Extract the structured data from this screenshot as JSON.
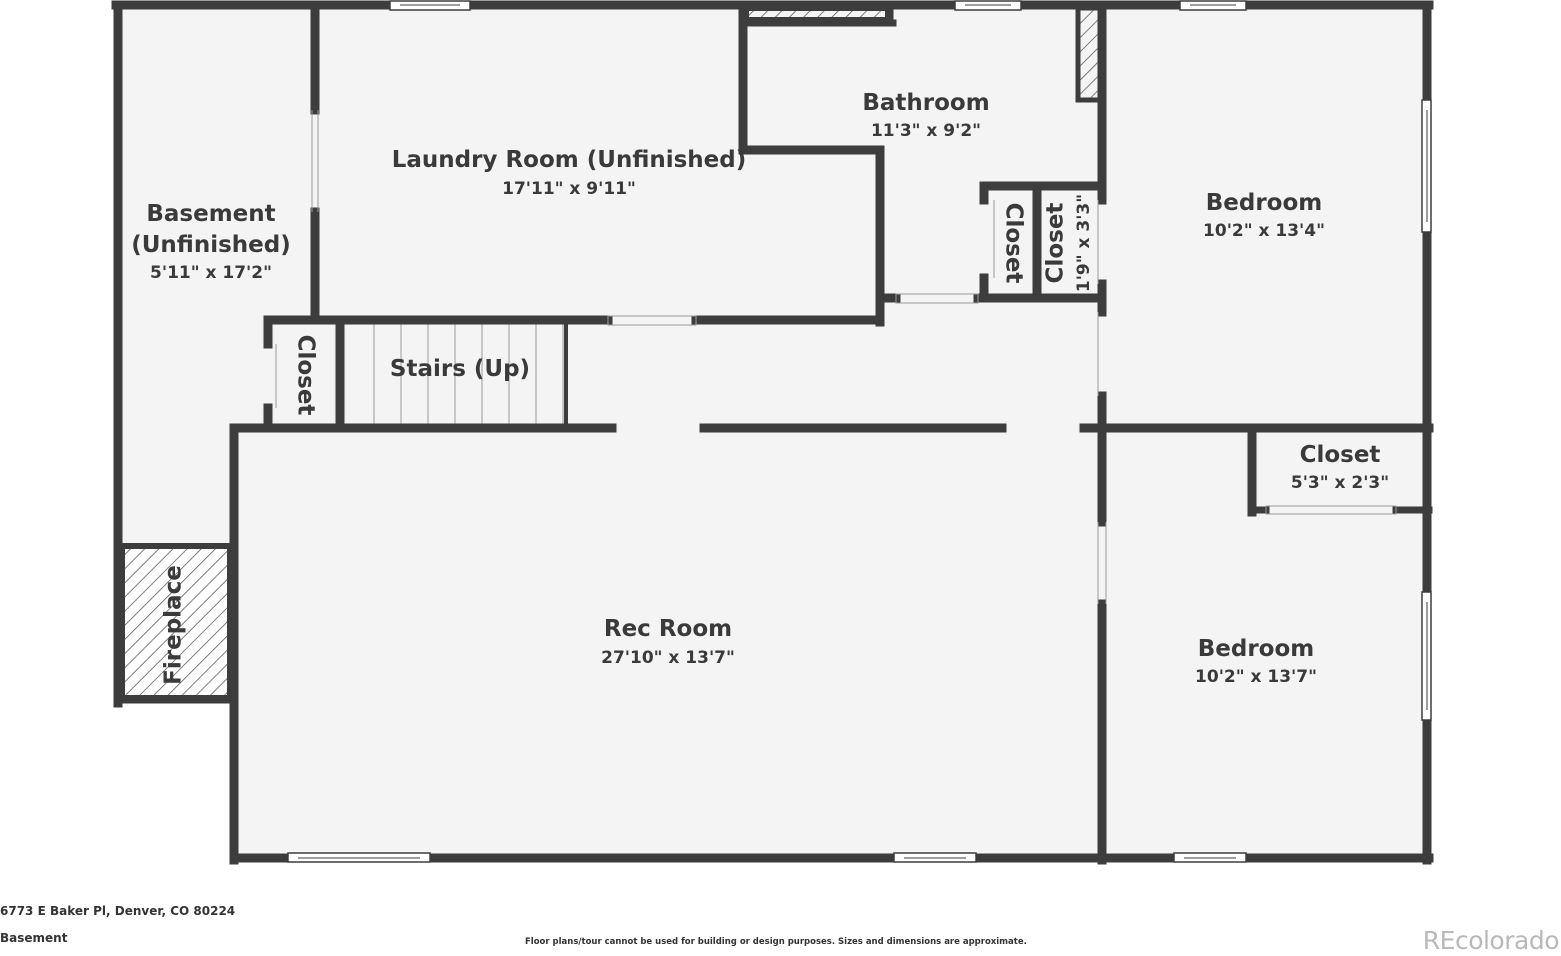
{
  "rooms": {
    "basement": {
      "name_1": "Basement",
      "name_2": "(Unfinished)",
      "dims": "5'11\" x 17'2\""
    },
    "laundry": {
      "name": "Laundry Room (Unfinished)",
      "dims": "17'11\" x 9'11\""
    },
    "bathroom": {
      "name": "Bathroom",
      "dims": "11'3\" x 9'2\""
    },
    "bedroom_upper": {
      "name": "Bedroom",
      "dims": "10'2\" x 13'4\""
    },
    "bedroom_lower": {
      "name": "Bedroom",
      "dims": "10'2\" x 13'7\""
    },
    "closet_a": {
      "name": "Closet"
    },
    "closet_b": {
      "name": "Closet",
      "dims": "1'9\" x 3'3\""
    },
    "closet_stairs": {
      "name": "Closet"
    },
    "closet_bedroom": {
      "name": "Closet",
      "dims": "5'3\" x 2'3\""
    },
    "stairs": {
      "name": "Stairs (Up)"
    },
    "rec_room": {
      "name": "Rec Room",
      "dims": "27'10\" x 13'7\""
    },
    "fireplace": {
      "name": "Fireplace"
    }
  },
  "footer": {
    "address": "6773 E Baker Pl, Denver, CO 80224",
    "level": "Basement",
    "disclaimer": "Floor plans/tour cannot be used for building or design purposes. Sizes and dimensions are approximate.",
    "logo": "REcolorado"
  },
  "colors": {
    "wall": "#3d3d3d",
    "floor": "#f4f4f4",
    "text": "#3a3a3a"
  }
}
